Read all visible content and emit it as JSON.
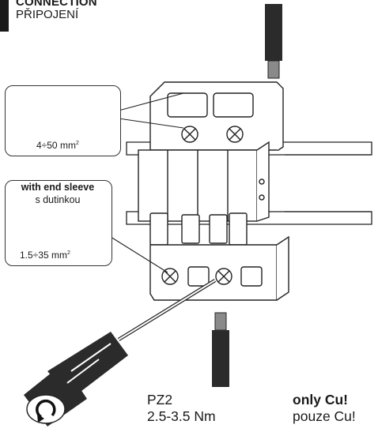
{
  "header": {
    "title_en": "CONNECTION",
    "title_cz": "PŘIPOJENÍ"
  },
  "wire_solid": {
    "range": "4÷50 mm",
    "sup": "2"
  },
  "wire_sleeve": {
    "label_en": "with end sleeve",
    "label_cz": "s dutinkou",
    "range": "1.5÷35 mm",
    "sup": "2"
  },
  "tool": {
    "type": "PZ2",
    "torque": "2.5-3.5 Nm"
  },
  "note": {
    "en": "only Cu!",
    "cz": "pouze Cu!"
  },
  "colors": {
    "line": "#222222",
    "sleeve_dark": "#2b2b2b",
    "wire_grey": "#8a8a8a",
    "text": "#1a1a1a"
  },
  "icons": [
    "screwdriver-icon",
    "rotation-arrow-icon",
    "circuit-breaker-icon",
    "wire-end-icon"
  ]
}
